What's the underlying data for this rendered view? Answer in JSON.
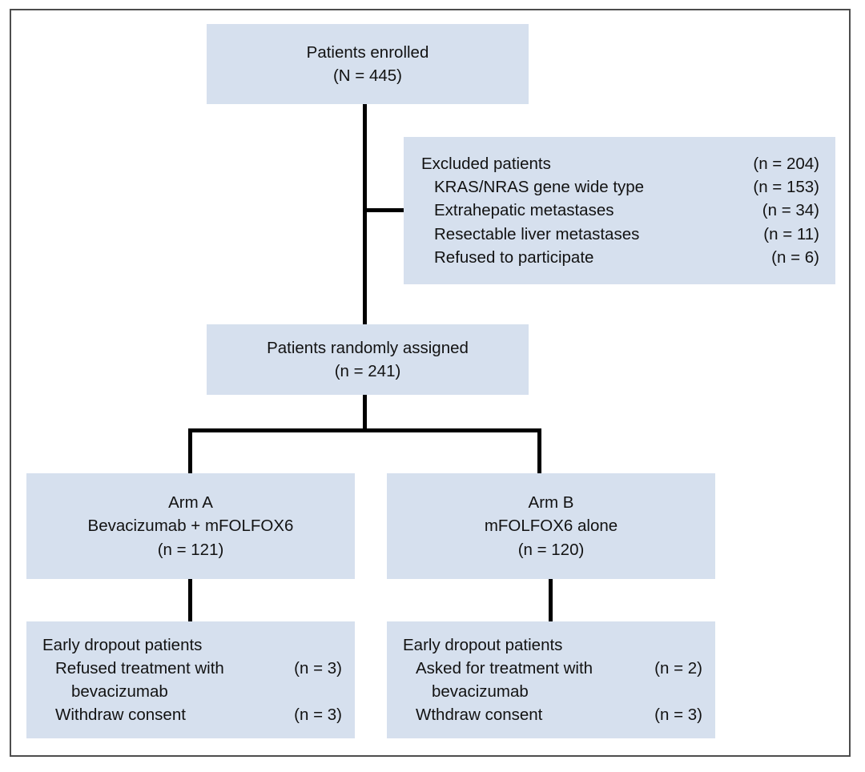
{
  "figure": {
    "type": "consort-flow-diagram",
    "box_fill": "#d6e0ee",
    "border_color": "#4d4d4d",
    "connector_color": "#000000",
    "text_color": "#121212"
  },
  "nodes": {
    "enrolled": {
      "line1": "Patients enrolled",
      "line2": "(N = 445)"
    },
    "excluded": {
      "rows": [
        {
          "label": "Excluded patients",
          "count": "(n = 204)",
          "indent": 0
        },
        {
          "label": "KRAS/NRAS gene wide type",
          "count": "(n = 153)",
          "indent": 1
        },
        {
          "label": "Extrahepatic metastases",
          "count": "(n = 34)",
          "indent": 1
        },
        {
          "label": "Resectable liver metastases",
          "count": "(n = 11)",
          "indent": 1
        },
        {
          "label": "Refused to participate",
          "count": "(n = 6)",
          "indent": 1
        }
      ]
    },
    "randomized": {
      "line1": "Patients randomly assigned",
      "line2": "(n = 241)"
    },
    "arm_a": {
      "line1": "Arm A",
      "line2": "Bevacizumab + mFOLFOX6",
      "line3": "(n = 121)"
    },
    "arm_b": {
      "line1": "Arm B",
      "line2": "mFOLFOX6 alone",
      "line3": "(n = 120)"
    },
    "dropout_a": {
      "title": "Early dropout patients",
      "rows": [
        {
          "label": "Refused treatment with",
          "count": "(n = 3)",
          "indent": 1
        },
        {
          "label": "bevacizumab",
          "count": "",
          "indent": 2
        },
        {
          "label": "Withdraw consent",
          "count": "(n = 3)",
          "indent": 1
        }
      ]
    },
    "dropout_b": {
      "title": "Early dropout patients",
      "rows": [
        {
          "label": "Asked for treatment with",
          "count": "(n = 2)",
          "indent": 1
        },
        {
          "label": "bevacizumab",
          "count": "",
          "indent": 2
        },
        {
          "label": "Wthdraw consent",
          "count": "(n = 3)",
          "indent": 1
        }
      ]
    }
  }
}
